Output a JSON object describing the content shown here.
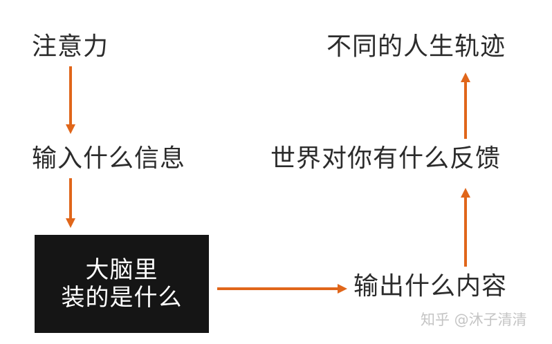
{
  "diagram": {
    "arrow_color": "#E0661A",
    "nodes": {
      "attention": "注意力",
      "input": "输入什么信息",
      "brain_line1": "大脑里",
      "brain_line2": "装的是什么",
      "output": "输出什么内容",
      "feedback": "世界对你有什么反馈",
      "trajectory": "不同的人生轨迹"
    },
    "flow": [
      "注意力 → 输入什么信息",
      "输入什么信息 → 大脑里装的是什么",
      "大脑里装的是什么 → 输出什么内容",
      "输出什么内容 → 世界对你有什么反馈",
      "世界对你有什么反馈 → 不同的人生轨迹"
    ]
  },
  "watermark": "知乎 @沐子清清"
}
